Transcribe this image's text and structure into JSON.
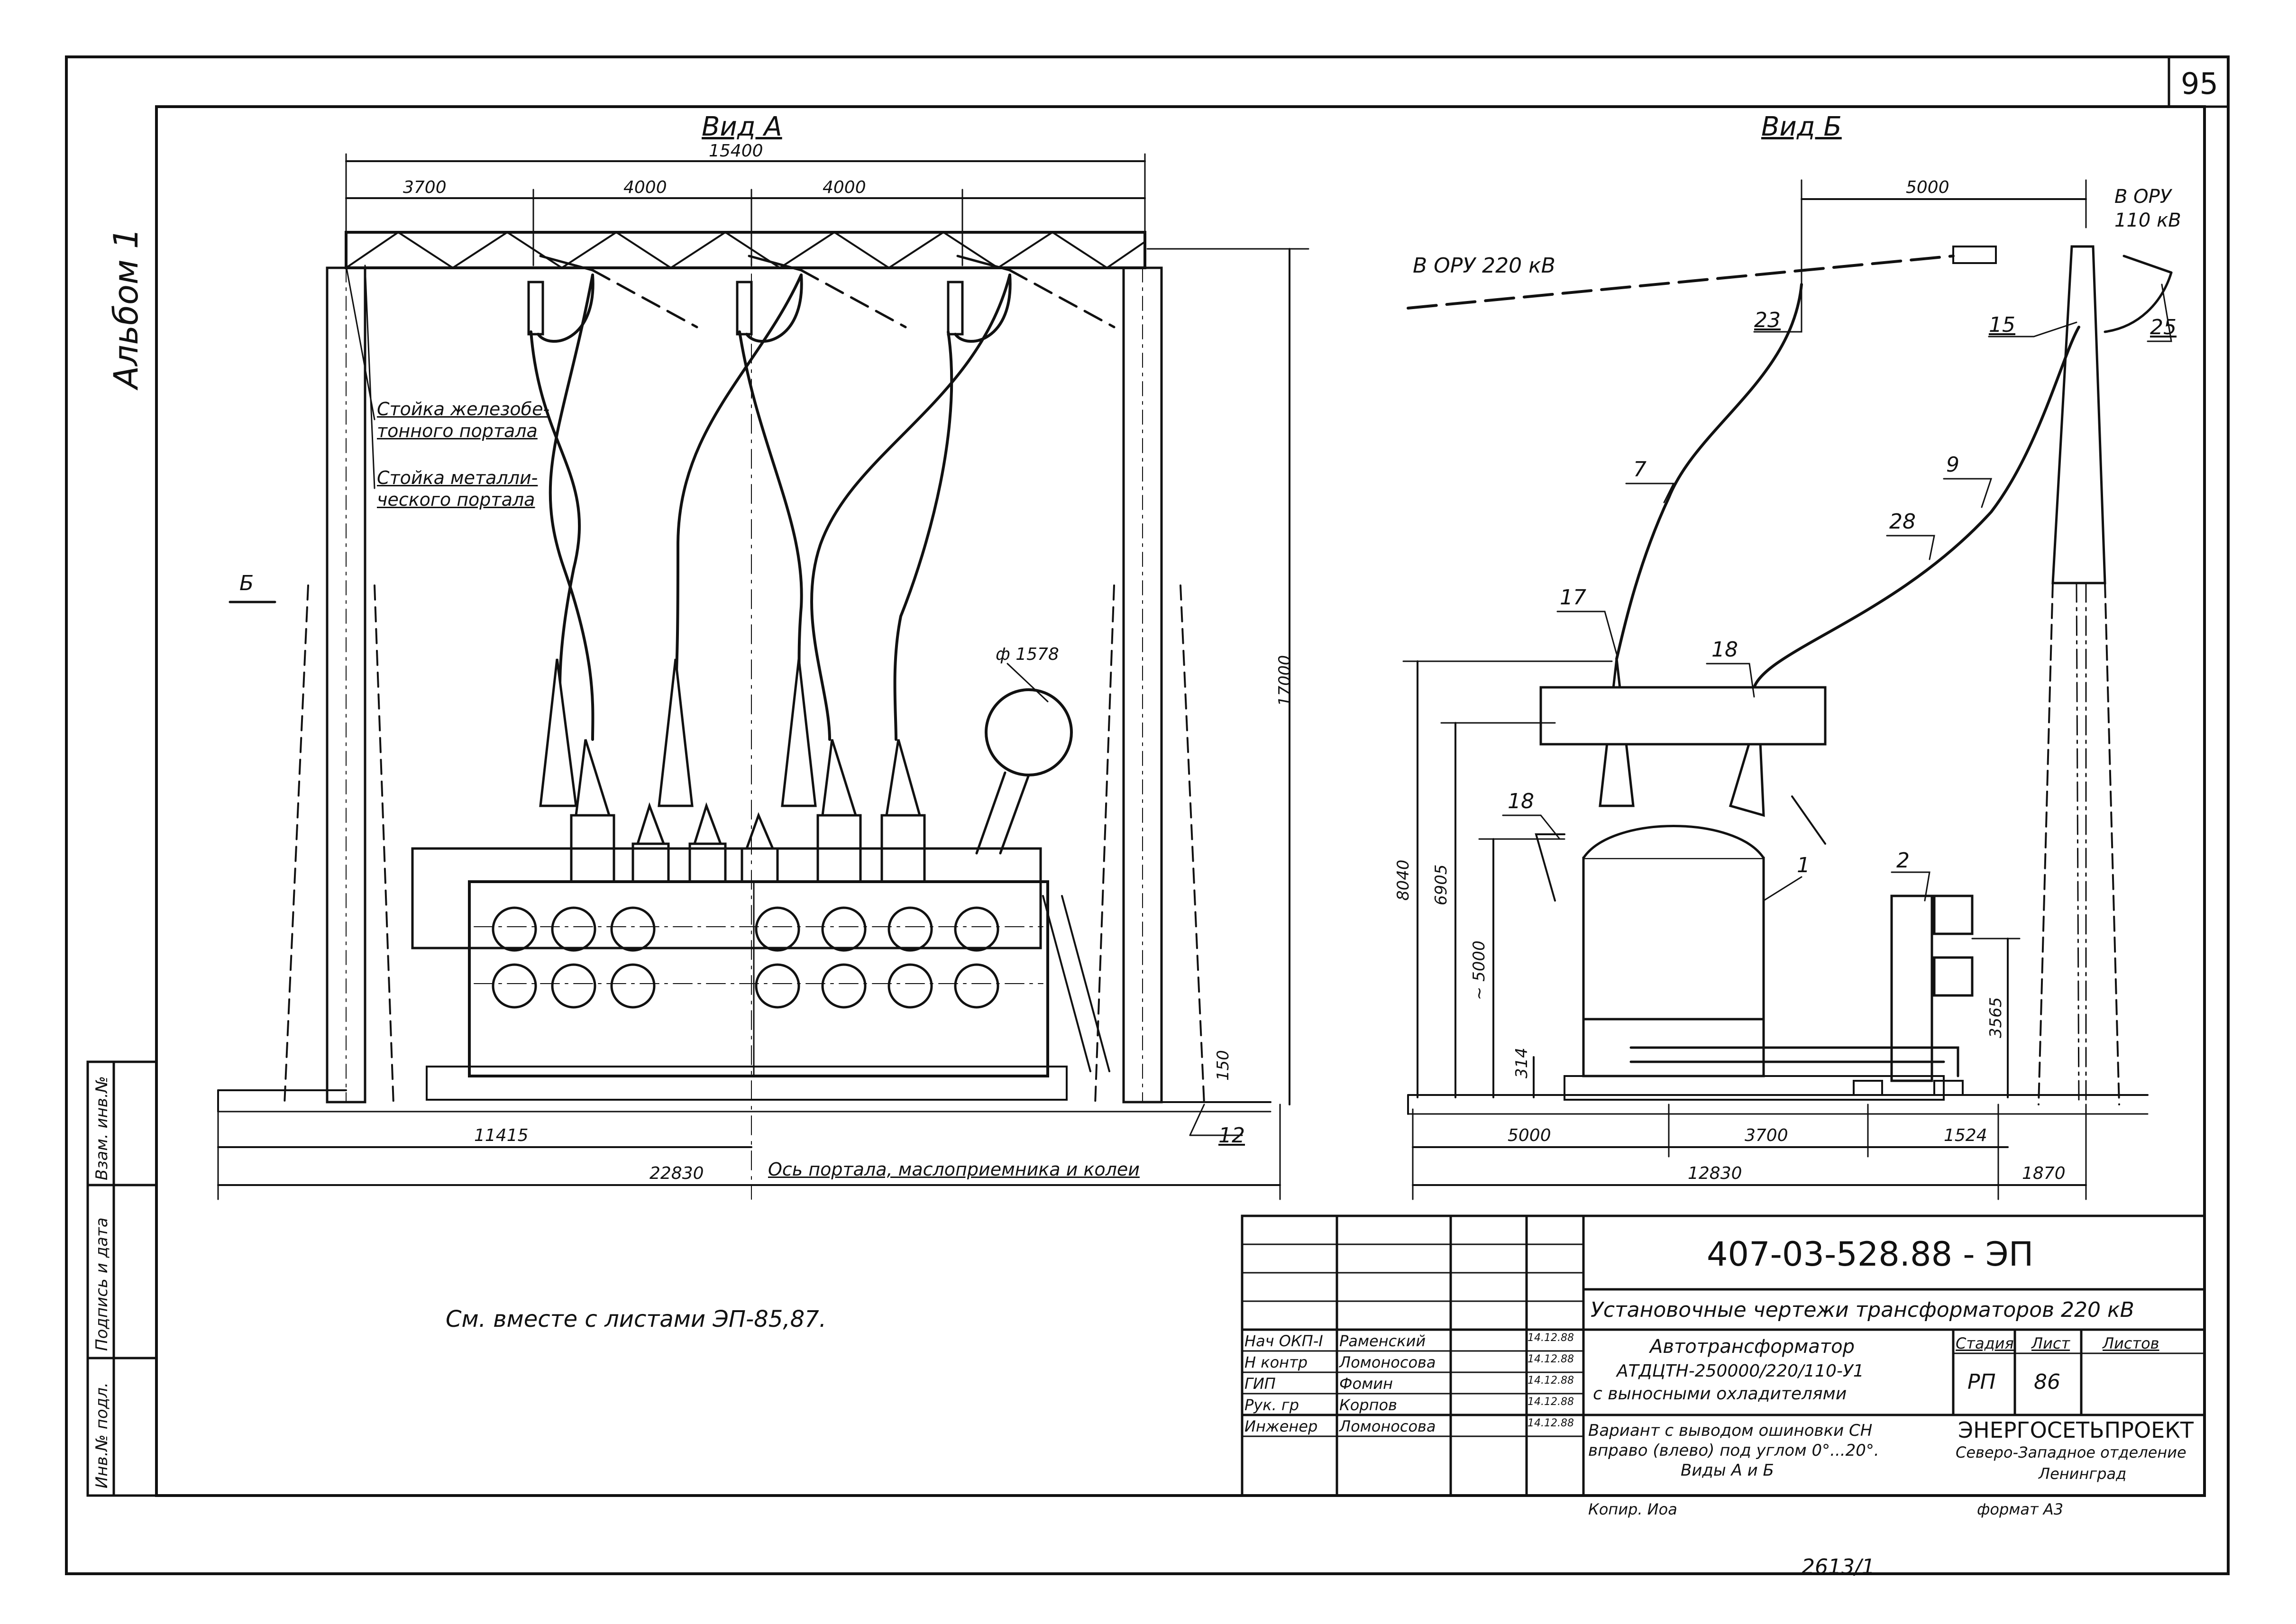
{
  "sheet": {
    "page_number": "95",
    "album_label": "Альбом 1"
  },
  "view_a": {
    "title": "Вид А",
    "dims_top": [
      "15400",
      "3700",
      "4000",
      "4000"
    ],
    "height_dim": "17000",
    "label_concrete": "Стойка железобе-\nтонного портала",
    "label_metal": "Стойка металли-\nческого портала",
    "label_b": "Б",
    "diameter": "ф 1578",
    "dim_150": "150",
    "dim_half": "11415",
    "dim_total": "22830",
    "axis_label": "Ось портала, маслоприемника и колеи",
    "callout_12": "12"
  },
  "view_b": {
    "title": "Вид Б",
    "dim_top": "5000",
    "label_220": "В ОРУ 220 кВ",
    "label_110": "В ОРУ\n110 кВ",
    "callouts": [
      "23",
      "15",
      "25",
      "7",
      "9",
      "28",
      "17",
      "18",
      "18",
      "1",
      "2"
    ],
    "vdims": [
      "8040",
      "6905",
      "~ 5000",
      "314",
      "3565"
    ],
    "dims_bottom": [
      "5000",
      "3700",
      "1524",
      "12830",
      "1870"
    ]
  },
  "note": "См. вместе с листами ЭП-85,87.",
  "side_stamp": {
    "cells": [
      "Инв.№ подл.",
      "Подпись и дата",
      "Взам. инв.№"
    ]
  },
  "title_block": {
    "code": "407-03-528.88 - ЭП",
    "title": "Установочные чертежи трансформаторов 220 кВ",
    "desc_line1": "Автотрансформатор",
    "desc_line2": "АТДЦТН-250000/220/110-У1",
    "desc_line3": "с выносными охладителями",
    "variant_line1": "Вариант с выводом ошиновки СН",
    "variant_line2": "вправо (влево) под углом 0°...20°.",
    "variant_line3": "Виды А и Б",
    "stage_header": "Стадия",
    "sheet_header": "Лист",
    "sheets_header": "Листов",
    "stage_value": "РП",
    "sheet_value": "86",
    "org_line1": "ЭНЕРГОСЕТЬПРОЕКТ",
    "org_line2": "Северо-Западное отделение",
    "org_line3": "Ленинград",
    "copy_label": "Копир. Иоа",
    "format_label": "формат А3",
    "bottom_code": "2613/1",
    "signers": [
      {
        "role": "Нач ОКП-I",
        "name": "Раменский",
        "date": "14.12.88"
      },
      {
        "role": "Н контр",
        "name": "Ломоносова",
        "date": "14.12.88"
      },
      {
        "role": "ГИП",
        "name": "Фомин",
        "date": "14.12.88"
      },
      {
        "role": "Рук. гр",
        "name": "Корпов",
        "date": "14.12.88"
      },
      {
        "role": "Инженер",
        "name": "Ломоносова",
        "date": "14.12.88"
      }
    ]
  }
}
